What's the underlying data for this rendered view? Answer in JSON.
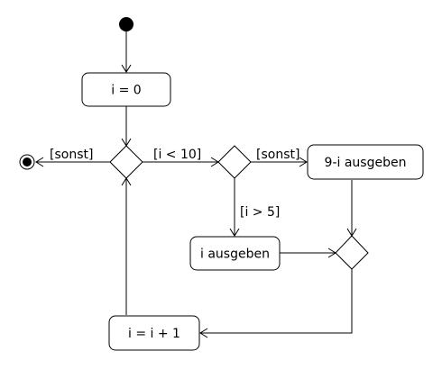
{
  "diagram": {
    "actions": {
      "init": "i = 0",
      "print_inv": "9-i ausgeben",
      "print_i": "i ausgeben",
      "increment": "i = i + 1"
    },
    "guards": {
      "else_left": "[sonst]",
      "lt10": "[i < 10]",
      "else_right": "[sonst]",
      "gt5": "[i > 5]"
    },
    "colors": {
      "stroke": "#000000",
      "fill": "#ffffff",
      "background": "#ffffff"
    }
  }
}
